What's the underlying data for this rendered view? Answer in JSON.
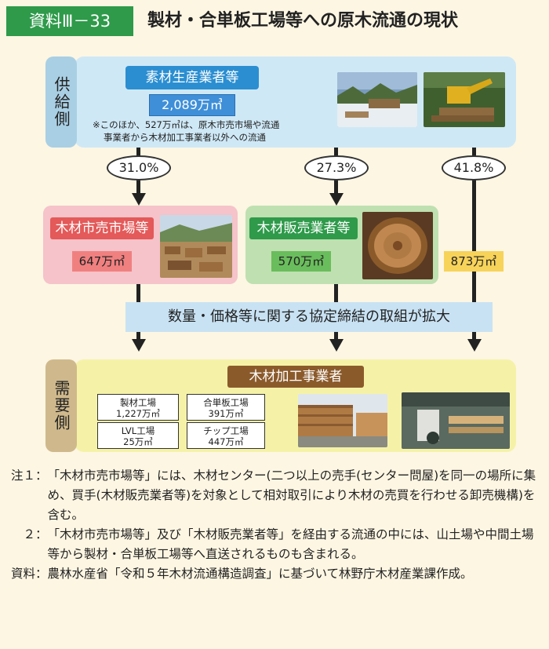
{
  "header": {
    "tag": "資料Ⅲ－33",
    "title": "製材・合単板工場等への原木流通の現状"
  },
  "supply": {
    "side_label": "供給側",
    "label": "素材生産業者等",
    "value": "2,089万㎥",
    "note_line1": "※このほか、527万㎥は、原木市売市場や流通",
    "note_line2": "事業者から木材加工事業者以外への流通"
  },
  "flows": {
    "pct_market": "31.0%",
    "pct_dealer": "27.3%",
    "pct_direct": "41.8%",
    "direct_value": "873万㎥"
  },
  "market": {
    "label": "木材市売市場等",
    "value": "647万㎥"
  },
  "dealer": {
    "label": "木材販売業者等",
    "value": "570万㎥"
  },
  "banner": "数量・価格等に関する協定締結の取組が拡大",
  "demand": {
    "side_label": "需要側",
    "label": "木材加工事業者",
    "boxes": [
      {
        "name": "製材工場",
        "value": "1,227万㎥"
      },
      {
        "name": "合単板工場",
        "value": "391万㎥"
      },
      {
        "name": "LVL工場",
        "value": "25万㎥"
      },
      {
        "name": "チップ工場",
        "value": "447万㎥"
      }
    ]
  },
  "notes": [
    {
      "head": "注１：",
      "text": "「木材市売市場等」には、木材センター(二つ以上の売手(センター問屋)を同一の場所に集め、買手(木材販売業者等)を対象として相対取引により木材の売買を行わせる卸売機構)を含む。"
    },
    {
      "head": "　２：",
      "text": "「木材市売市場等」及び「木材販売業者等」を経由する流通の中には、山土場や中間土場等から製材・合単板工場等へ直送されるものも含まれる。"
    },
    {
      "head": "資料：",
      "text": "農林水産省「令和５年木材流通構造調査」に基づいて林野庁木材産業課作成。"
    }
  ]
}
